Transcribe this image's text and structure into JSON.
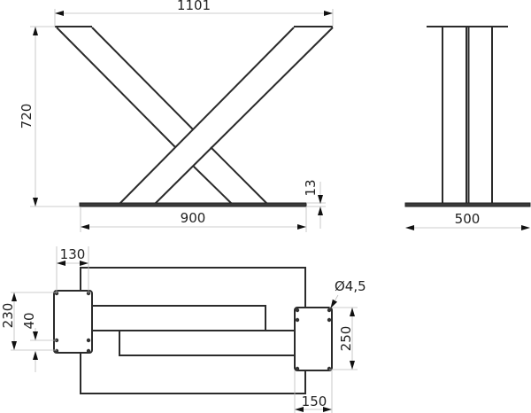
{
  "title": "X table leg technical drawing",
  "front_view": {
    "width_top": "1101",
    "height": "720",
    "plate_thickness": "13",
    "base_length": "900"
  },
  "side_view": {
    "base_width": "500"
  },
  "plan_view": {
    "plate_left_width": "130",
    "plate_left_height": "230",
    "hole_spacing": "40",
    "hole_diameter": "Ø4,5",
    "plate_right_height": "250",
    "plate_right_width": "150"
  },
  "colors": {
    "line": "#2b2b2b",
    "dimension": "#bbbbbb"
  }
}
